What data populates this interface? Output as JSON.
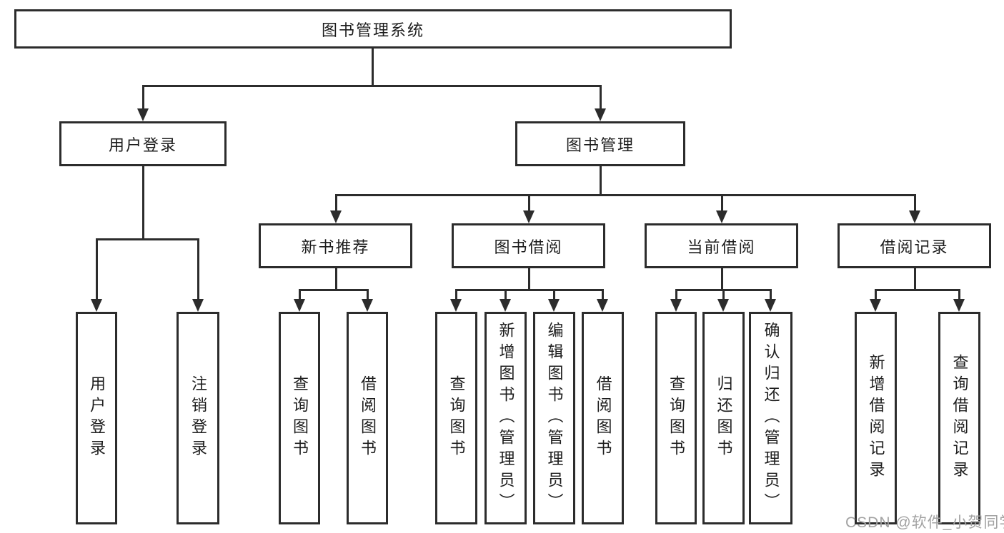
{
  "tree": {
    "label": "图书管理系统",
    "children": [
      {
        "label": "用户登录",
        "children": [
          {
            "label": "用户登录"
          },
          {
            "label": "注销登录"
          }
        ]
      },
      {
        "label": "图书管理",
        "children": [
          {
            "label": "新书推荐",
            "children": [
              {
                "label": "查询图书"
              },
              {
                "label": "借阅图书"
              }
            ]
          },
          {
            "label": "图书借阅",
            "children": [
              {
                "label": "查询图书"
              },
              {
                "label": "新增图书（管理员）"
              },
              {
                "label": "编辑图书（管理员）"
              },
              {
                "label": "借阅图书"
              }
            ]
          },
          {
            "label": "当前借阅",
            "children": [
              {
                "label": "查询图书"
              },
              {
                "label": "归还图书"
              },
              {
                "label": "确认归还（管理员）"
              }
            ]
          },
          {
            "label": "借阅记录",
            "children": [
              {
                "label": "新增借阅记录"
              },
              {
                "label": "查询借阅记录"
              }
            ]
          }
        ]
      }
    ]
  },
  "watermark": {
    "text": "CSDN @软件_小贺同学"
  },
  "colors": {
    "line": "#2c2c2c",
    "text": "#1d1d1d",
    "watermark": "#a2a2a2",
    "background": "#ffffff"
  }
}
